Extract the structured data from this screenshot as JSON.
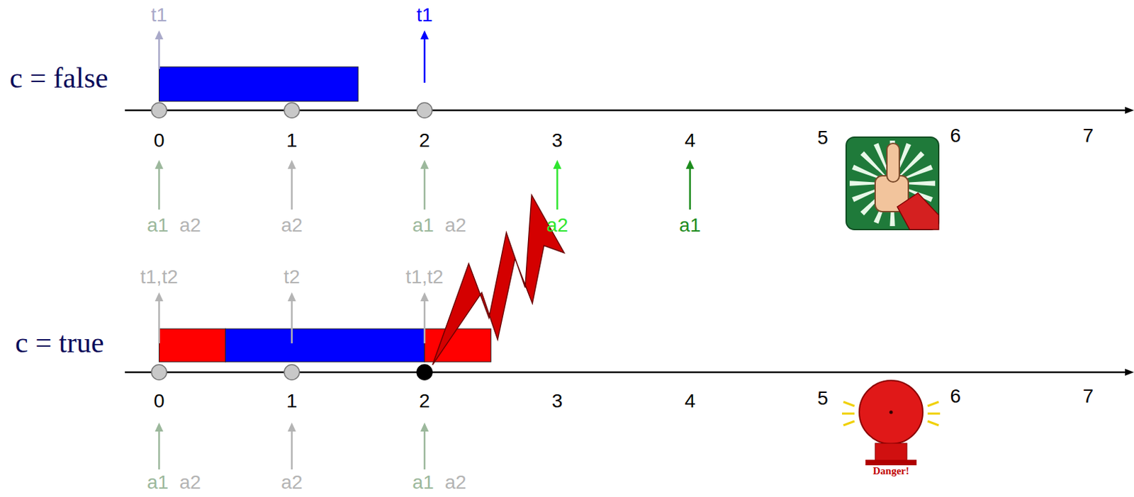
{
  "diagram": {
    "labels": [
      "t1",
      "t1",
      "c = false",
      "0",
      "1",
      "2",
      "3",
      "4",
      "5",
      "6",
      "7",
      "a1",
      "a2",
      "a2",
      "a1",
      "a2",
      "a2",
      "a1",
      "t1,t2",
      "t2",
      "t1,t2",
      "c = true",
      "0",
      "1",
      "2",
      "3",
      "4",
      "5",
      "6",
      "7",
      "a1",
      "a2",
      "a2",
      "a1",
      "a2",
      "Danger!"
    ]
  }
}
